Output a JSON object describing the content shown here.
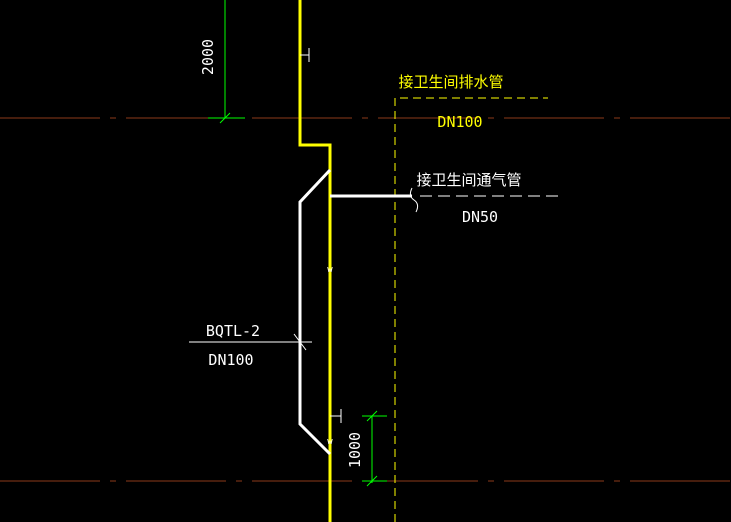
{
  "drawing": {
    "dimension_top": "2000",
    "dimension_bottom": "1000",
    "drain_pipe_label": "接卫生间排水管",
    "drain_pipe_size": "DN100",
    "vent_pipe_label": "接卫生间通气管",
    "vent_pipe_size": "DN50",
    "bypass_pipe_label": "BQTL-2",
    "bypass_pipe_size": "DN100",
    "pipe_marker": "w"
  },
  "colors": {
    "background": "#000000",
    "main_pipe": "#ffff00",
    "white_pipe": "#ffffff",
    "dimension": "#00ff00",
    "floor_line": "#8b3a1a",
    "label_yellow": "#ffff00",
    "label_white": "#ffffff"
  }
}
